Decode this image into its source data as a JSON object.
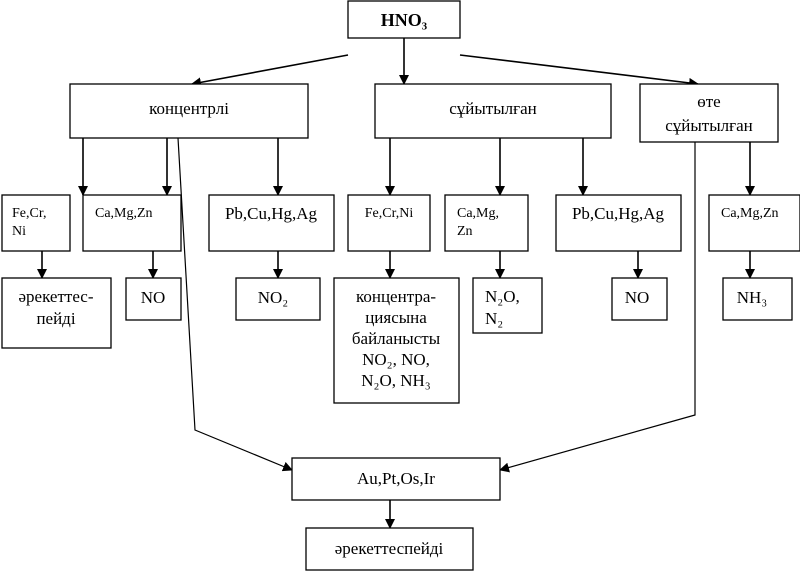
{
  "root": {
    "label": "HNO₃"
  },
  "categories": [
    {
      "label": [
        "концентрлі"
      ]
    },
    {
      "label": [
        "сұйытылған"
      ]
    },
    {
      "label": [
        "өте",
        "сұйытылған"
      ]
    }
  ],
  "metals": [
    {
      "label": [
        "Fe,Cr,",
        "Ni"
      ]
    },
    {
      "label": [
        "Ca,Mg,Zn"
      ]
    },
    {
      "label": [
        "Pb,Cu,Hg,Ag"
      ]
    },
    {
      "label": [
        "Fe,Cr,Ni"
      ]
    },
    {
      "label": [
        "Ca,Mg,",
        "Zn"
      ]
    },
    {
      "label": [
        "Pb,Cu,Hg,Ag"
      ]
    },
    {
      "label": [
        "Ca,Mg,Zn"
      ]
    }
  ],
  "products": [
    {
      "label": [
        "әрекеттес-",
        "пейді"
      ]
    },
    {
      "label": [
        "NO"
      ]
    },
    {
      "label": [
        "NO₂"
      ]
    },
    {
      "label": [
        "концентра-",
        "циясына",
        "байланысты",
        "NO₂, NO,",
        "N₂O, NH₃"
      ]
    },
    {
      "label": [
        "N₂O,",
        "N₂"
      ]
    },
    {
      "label": [
        "NO"
      ]
    },
    {
      "label": [
        "NH₃"
      ]
    }
  ],
  "noble": {
    "label": "Au,Pt,Os,Ir"
  },
  "noble_result": {
    "label": "әрекеттеспейді"
  }
}
